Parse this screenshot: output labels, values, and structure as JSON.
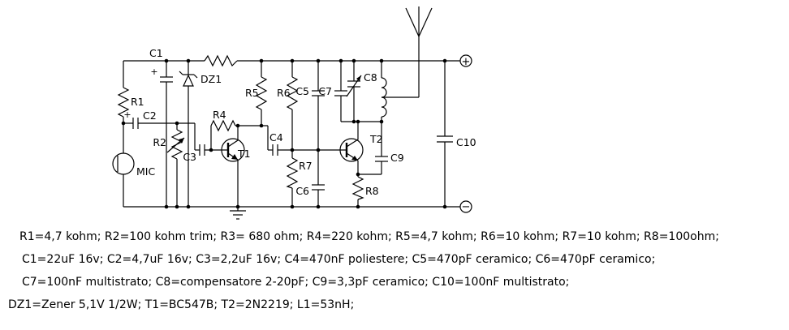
{
  "schematic": {
    "labels": {
      "c1": "C1",
      "c1_plus": "+",
      "dz1": "DZ1",
      "r1": "R1",
      "c2": "C2",
      "c2_plus": "+",
      "r2": "R2",
      "c3": "C3",
      "mic": "MIC",
      "r4": "R4",
      "t1": "T1",
      "c4": "C4",
      "r5": "R5",
      "r6": "R6",
      "r7": "R7",
      "c5": "C5",
      "c6": "C6",
      "c7": "C7",
      "c8": "C8",
      "t2": "T2",
      "c9": "C9",
      "r8": "R8",
      "c10": "C10",
      "plus_terminal": "+",
      "minus_terminal": "−"
    }
  },
  "parts_list": {
    "line1": "R1=4,7 kohm; R2=100 kohm trim; R3= 680 ohm; R4=220 kohm; R5=4,7 kohm; R6=10 kohm; R7=10 kohm; R8=100ohm;",
    "line2": "C1=22uF 16v; C2=4,7uF 16v; C3=2,2uF 16v; C4=470nF poliestere; C5=470pF ceramico; C6=470pF ceramico;",
    "line3": "C7=100nF multistrato; C8=compensatore 2-20pF; C9=3,3pF ceramico; C10=100nF multistrato;",
    "line4": "DZ1=Zener 5,1V 1/2W; T1=BC547B; T2=2N2219; L1=53nH;"
  }
}
